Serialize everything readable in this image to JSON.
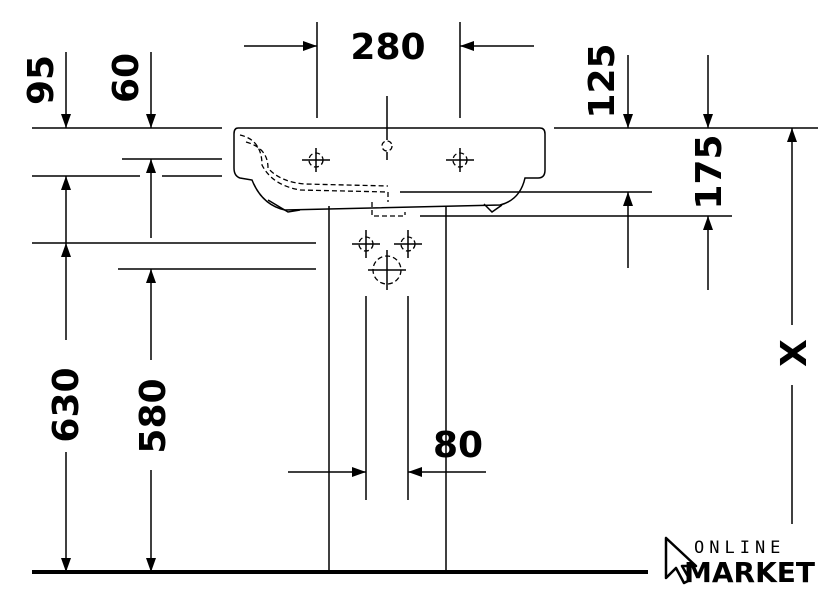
{
  "dimensions": {
    "d280": "280",
    "d95": "95",
    "d60": "60",
    "d125": "125",
    "d175": "175",
    "d630": "630",
    "d580": "580",
    "d80": "80",
    "dX": "X"
  },
  "logo": {
    "top": "ONLINE",
    "bottom": "MARKET",
    "icon": "cursor-arrow-icon"
  }
}
